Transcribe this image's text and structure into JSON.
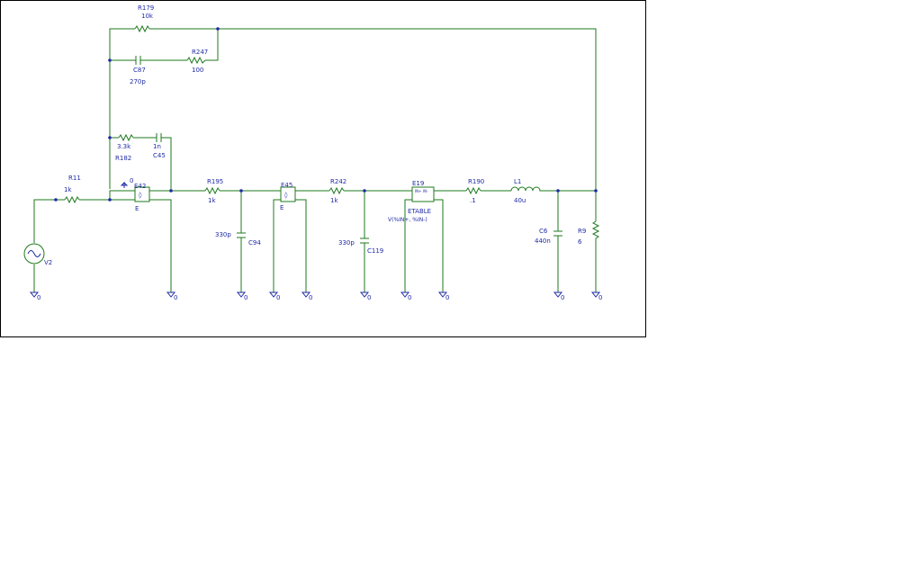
{
  "colors": {
    "wire": "#1e7a1e",
    "label": "#1f2aa6",
    "frame": "#000000"
  },
  "parts": {
    "r179": {
      "ref": "R179",
      "val": "10k"
    },
    "c87": {
      "ref": "C87",
      "val": "270p"
    },
    "r247": {
      "ref": "R247",
      "val": "100"
    },
    "r182": {
      "ref": "R182",
      "val": "3.3k"
    },
    "c45": {
      "ref": "C45",
      "val": "1n"
    },
    "r11": {
      "ref": "R11",
      "val": "1k"
    },
    "v2": {
      "ref": "V2"
    },
    "e42": {
      "ref": "E42",
      "sub": "E"
    },
    "r195": {
      "ref": "R195",
      "val": "1k"
    },
    "c94": {
      "ref": "C94",
      "val": "330p"
    },
    "e45": {
      "ref": "E45",
      "sub": "E"
    },
    "r242": {
      "ref": "R242",
      "val": "1k"
    },
    "c119": {
      "ref": "C119",
      "val": "330p"
    },
    "e19": {
      "ref": "E19",
      "type": "ETABLE",
      "expr": "V(%IN+, %IN-)",
      "pin_a": "IN+",
      "pin_b": "IN-"
    },
    "r190": {
      "ref": "R190",
      "val": ".1"
    },
    "l1": {
      "ref": "L1",
      "val": "40u"
    },
    "c6": {
      "ref": "C6",
      "val": "440n"
    },
    "r9": {
      "ref": "R9",
      "val": "6"
    }
  },
  "ground_label": "0"
}
